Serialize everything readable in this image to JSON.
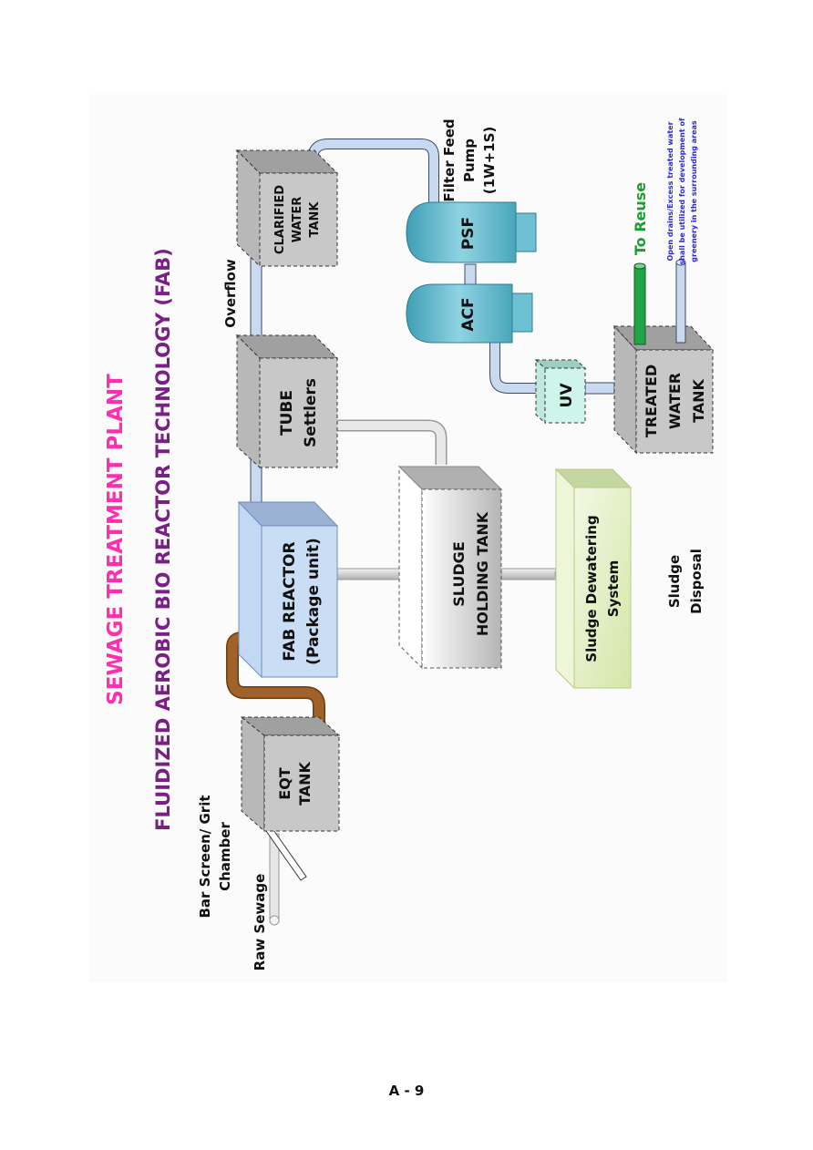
{
  "titles": {
    "main": "SEWAGE TREATMENT PLANT",
    "sub": "FLUIDIZED AEROBIC BIO REACTOR TECHNOLOGY (FAB)"
  },
  "colors": {
    "main_title": "#ff2fb0",
    "sub_title": "#7a1f86",
    "reuse": "#1a9e32",
    "note": "#2b2bd6",
    "tank_gray": "#c8c8c8",
    "reactor_blue": "#c7dcf5",
    "filter_teal": "#5fb8cc",
    "uv_mint": "#cff5ea",
    "dewatering_green": "#e2efc4",
    "pipe_blue": "#c9d9ef",
    "pipe_brown": "#a0612b",
    "pipe_green": "#21a446"
  },
  "labels": {
    "raw_sewage": "Raw Sewage",
    "bar_screen": [
      "Bar Screen/ Grit",
      "Chamber"
    ],
    "eqt_tank": [
      "EQT",
      "TANK"
    ],
    "fab_reactor": [
      "FAB REACTOR",
      "(Package unit)"
    ],
    "tube_settlers": [
      "TUBE",
      "Settlers"
    ],
    "overflow": "Overflow",
    "clarified_tank": [
      "CLARIFIED",
      "WATER",
      "TANK"
    ],
    "filter_feed_pump": [
      "Filter Feed",
      "Pump",
      "(1W+1S)"
    ],
    "psf": "PSF",
    "acf": "ACF",
    "uv": "UV",
    "treated_tank": [
      "TREATED",
      "WATER",
      "TANK"
    ],
    "to_reuse": "To Reuse",
    "drain_note": [
      "Open drains/Excess treated water",
      "shall be utilized for development of",
      "greenery in the surrounding areas"
    ],
    "sludge_holding": [
      "SLUDGE",
      "HOLDING TANK"
    ],
    "sludge_dewatering": [
      "Sludge Dewatering",
      "System"
    ],
    "sludge_disposal": [
      "Sludge",
      "Disposal"
    ]
  },
  "footer": {
    "page_number": "A - 9"
  }
}
